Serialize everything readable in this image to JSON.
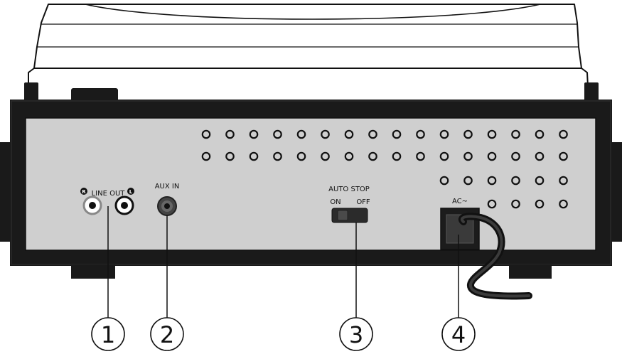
{
  "labels": {
    "line_out": "LINE OUT",
    "aux_in": "AUX IN",
    "auto_stop_title": "AUTO  STOP",
    "on": "ON",
    "off": "OFF",
    "ac": "AC~",
    "jack_r": "R",
    "jack_l": "L"
  },
  "callouts": [
    {
      "number": "1"
    },
    {
      "number": "2"
    },
    {
      "number": "3"
    },
    {
      "number": "4"
    }
  ],
  "colors": {
    "outline": "#111111",
    "panel": "#cfcfcf",
    "body_dark": "#1a1a1a",
    "switch": "#2b2b2b",
    "socket": "#3a3a3a"
  }
}
